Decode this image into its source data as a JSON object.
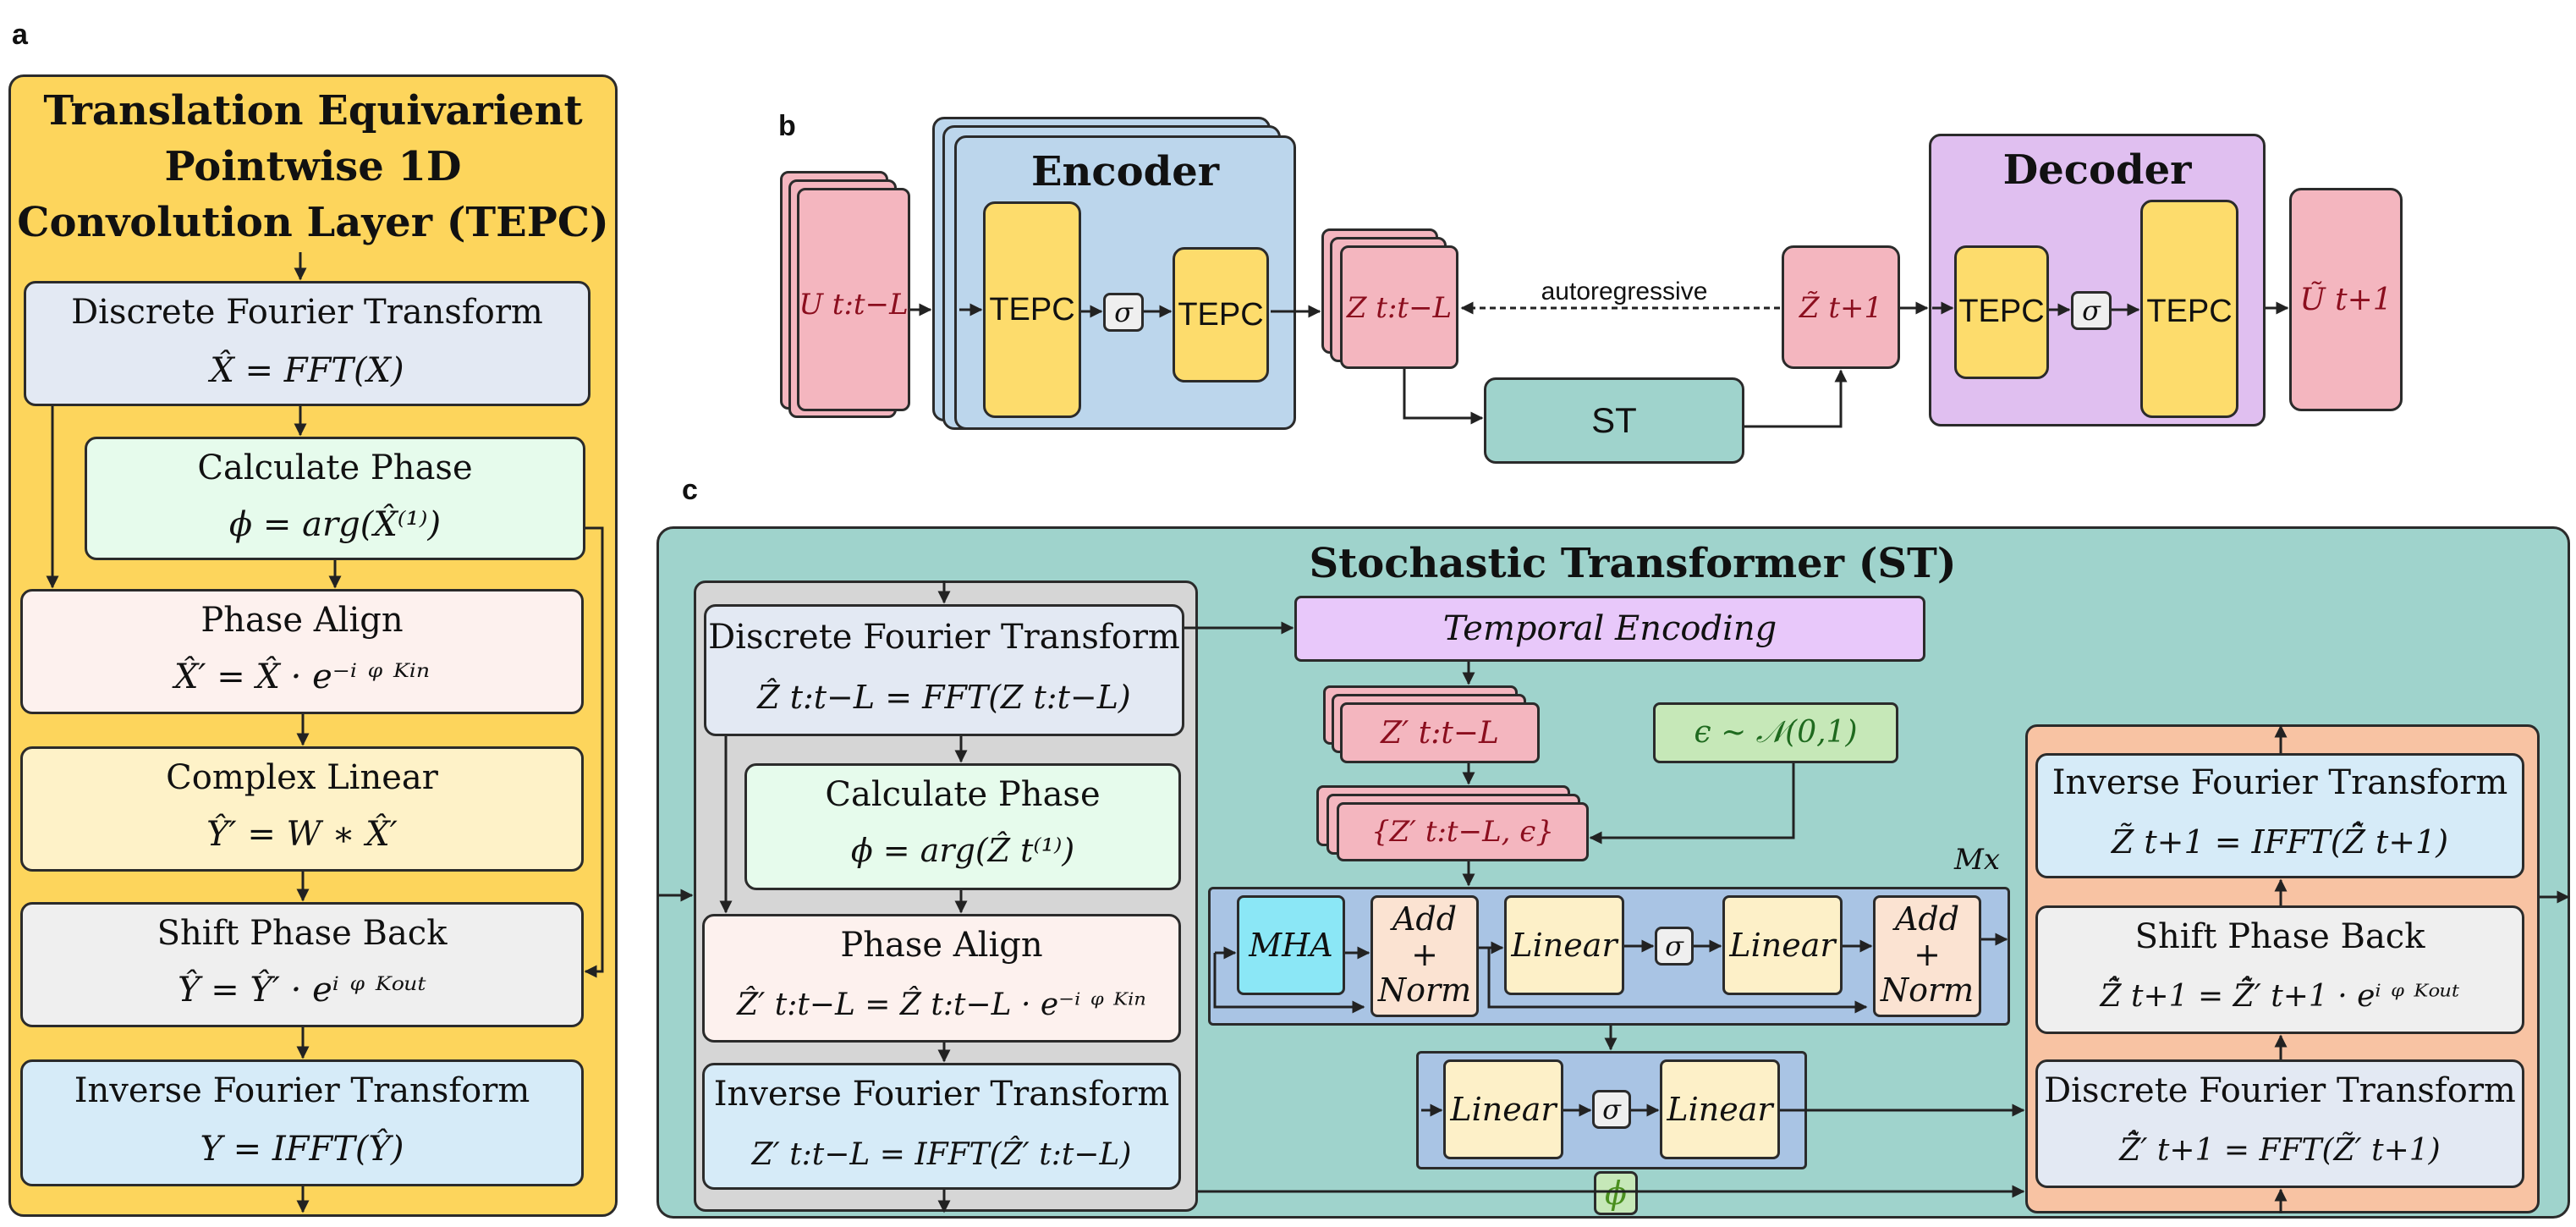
{
  "panels": {
    "a": {
      "letter": "a",
      "title_line1": "Translation Equivarient",
      "title_line2": "Pointwise 1D",
      "title_line3": "Convolution Layer (TEPC)",
      "steps": [
        {
          "title": "Discrete Fourier Transform",
          "formula": "X̂ = FFT(X)"
        },
        {
          "title": "Calculate Phase",
          "formula": "ϕ = arg(X̂⁽¹⁾)"
        },
        {
          "title": "Phase Align",
          "formula": "X̂′ = X̂ · e⁻ⁱ ᵠ ᴷⁱⁿ"
        },
        {
          "title": "Complex Linear",
          "formula": "Ŷ′ = W ∗ X̂′"
        },
        {
          "title": "Shift Phase Back",
          "formula": "Ŷ = Ŷ′ · eⁱ ᵠ ᴷᵒᵘᵗ"
        },
        {
          "title": "Inverse Fourier Transform",
          "formula": "Y = IFFT(Ŷ)"
        }
      ]
    },
    "b": {
      "letter": "b",
      "input": "U t:t−L",
      "encoder_title": "Encoder",
      "decoder_title": "Decoder",
      "tepc": "TEPC",
      "sigma": "σ",
      "latent": "Z t:t−L",
      "autoregressive": "autoregressive",
      "next_latent": "Z̃ t+1",
      "st": "ST",
      "output": "Ũ t+1"
    },
    "c": {
      "letter": "c",
      "title": "Stochastic Transformer (ST)",
      "left_steps": [
        {
          "title": "Discrete Fourier Transform",
          "formula": "Ẑ t:t−L = FFT(Z t:t−L)"
        },
        {
          "title": "Calculate Phase",
          "formula": "ϕ = arg(Ẑ t⁽¹⁾)"
        },
        {
          "title": "Phase Align",
          "formula": "Ẑ′ t:t−L = Ẑ t:t−L · e⁻ⁱ ᵠ ᴷⁱⁿ"
        },
        {
          "title": "Inverse Fourier Transform",
          "formula": "Z′ t:t−L = IFFT(Ẑ′ t:t−L)"
        }
      ],
      "temporal_encoding": "Temporal Encoding",
      "z_prime": "Z′ t:t−L",
      "noise": "ϵ ~ 𝒩(0,1)",
      "concat": "{Z′ t:t−L, ϵ}",
      "mx": "Mx",
      "mha": "MHA",
      "add": "Add",
      "plus": "+",
      "norm": "Norm",
      "linear": "Linear",
      "sigma": "σ",
      "phi": "ϕ",
      "right_steps": [
        {
          "title": "Inverse Fourier Transform",
          "formula": "Z̃ t+1 = IFFT(Z̃̂ t+1)"
        },
        {
          "title": "Shift Phase Back",
          "formula": "Z̃̂ t+1 = Z̃̂′ t+1 · eⁱ ᵠ ᴷᵒᵘᵗ"
        },
        {
          "title": "Discrete Fourier Transform",
          "formula": "Z̃̂′ t+1 = FFT(Z̃′ t+1)"
        }
      ]
    }
  },
  "colors": {
    "tepc_panel": "#fdd55c",
    "encoder": "#bcd6ec",
    "decoder": "#e0bff0",
    "st_panel": "#9fd3cc",
    "st_box": "#9fd3cc",
    "pink": "#f4b6bf",
    "tepc": "#fddc6c",
    "dft": "#e3e9f3",
    "phase": "#e6fbec",
    "align": "#fdf1ee",
    "complex_linear": "#fef2c8",
    "shift": "#efefef",
    "ifft": "#d6ebf8",
    "gray_panel": "#d6d6d6",
    "temporal": "#e8c8fa",
    "noise": "#c6e8b8",
    "block": "#a9c4e4",
    "mha": "#8be7f6",
    "addnorm": "#fbe3d2",
    "linear": "#fdf0c8",
    "right_panel": "#f8c3a3"
  }
}
